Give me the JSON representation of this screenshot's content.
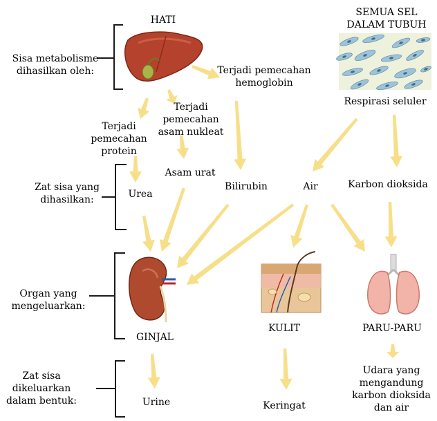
{
  "titles": {
    "liver": "HATI",
    "cells_line1": "SEMUA SEL",
    "cells_line2": "DALAM TUBUH"
  },
  "row_labels": {
    "metabolism": [
      "Sisa metabolisme",
      "dihasilkan oleh:"
    ],
    "waste": [
      "Zat sisa yang",
      "dihasilkan:"
    ],
    "organs": [
      "Organ yang",
      "mengeluarkan:"
    ],
    "form": [
      "Zat sisa",
      "dikeluarkan",
      "dalam bentuk:"
    ]
  },
  "processes": {
    "hemoglobin": [
      "Terjadi pemecahan",
      "hemoglobin"
    ],
    "nucleic_acid": [
      "Terjadi",
      "pemecahan",
      "asam nukleat"
    ],
    "protein": [
      "Terjadi",
      "pemecahan",
      "protein"
    ],
    "respiration": "Respirasi seluler"
  },
  "wastes": {
    "urea": "Urea",
    "uric_acid": "Asam urat",
    "bilirubin": "Bilirubin",
    "water": "Air",
    "co2": "Karbon dioksida"
  },
  "organs": {
    "kidney": "GINJAL",
    "skin": "KULIT",
    "lungs": "PARU-PARU"
  },
  "outputs": {
    "urine": "Urine",
    "sweat": "Keringat",
    "air_exhaled": [
      "Udara yang",
      "mengandung",
      "karbon dioksida",
      "dan air"
    ]
  },
  "colors": {
    "arrow": "#f7df8a",
    "bracket": "#1a1a1a",
    "liver": "#b5422c",
    "kidney": "#b04a2e",
    "lungs": "#f2b3a8",
    "skin": "#e9c59a",
    "cells_bg": "#eef1dc",
    "cell": "#9cc3d8"
  }
}
